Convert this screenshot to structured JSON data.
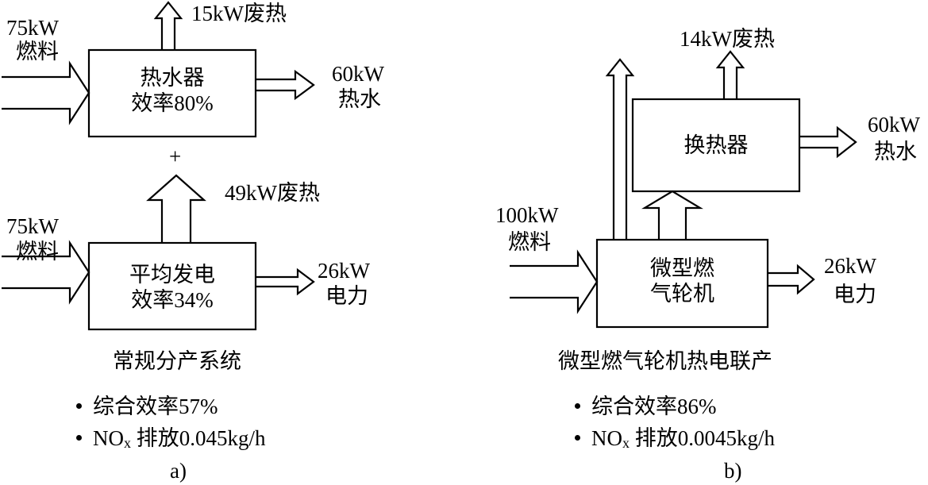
{
  "panel_a": {
    "fuel_top": {
      "amount": "75kW",
      "label": "燃料"
    },
    "heater": {
      "line1": "热水器",
      "line2": "效率80%"
    },
    "waste_top": "15kW废热",
    "hot_water": {
      "amount": "60kW",
      "label": "热水"
    },
    "plus": "+",
    "waste_bottom": "49kW废热",
    "fuel_bottom": {
      "amount": "75kW",
      "label": "燃料"
    },
    "generator": {
      "line1": "平均发电",
      "line2": "效率34%"
    },
    "power": {
      "amount": "26kW",
      "label": "电力"
    },
    "caption": "常规分产系统",
    "bullets": {
      "efficiency": "综合效率57%",
      "nox_prefix": "NO",
      "nox_sub": "x",
      "nox_text": " 排放0.045kg/h"
    },
    "panel_label": "a)"
  },
  "panel_b": {
    "waste": "14kW废热",
    "exchanger": "换热器",
    "hot_water": {
      "amount": "60kW",
      "label": "热水"
    },
    "fuel": {
      "amount": "100kW",
      "label": "燃料"
    },
    "turbine": {
      "line1": "微型燃",
      "line2": "气轮机"
    },
    "power": {
      "amount": "26kW",
      "label": "电力"
    },
    "caption": "微型燃气轮机热电联产",
    "bullets": {
      "efficiency": "综合效率86%",
      "nox_prefix": "NO",
      "nox_sub": "x",
      "nox_text": " 排放0.0045kg/h"
    },
    "panel_label": "b)"
  }
}
